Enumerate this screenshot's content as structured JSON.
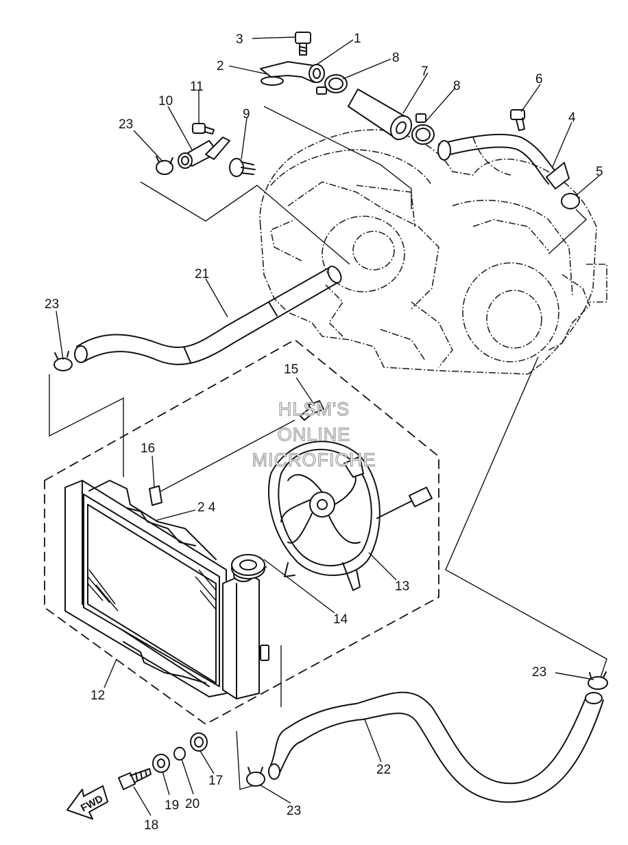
{
  "watermark": {
    "line1": "HLSM'S",
    "line2": "ONLINE",
    "line3": "MICROFICHE"
  },
  "direction_label": "FWD",
  "callouts": [
    {
      "id": "c1",
      "label": "1"
    },
    {
      "id": "c2",
      "label": "2"
    },
    {
      "id": "c3",
      "label": "3"
    },
    {
      "id": "c4",
      "label": "4"
    },
    {
      "id": "c5",
      "label": "5"
    },
    {
      "id": "c6",
      "label": "6"
    },
    {
      "id": "c7",
      "label": "7"
    },
    {
      "id": "c8a",
      "label": "8"
    },
    {
      "id": "c8b",
      "label": "8"
    },
    {
      "id": "c9",
      "label": "9"
    },
    {
      "id": "c10",
      "label": "10"
    },
    {
      "id": "c11",
      "label": "11"
    },
    {
      "id": "c12",
      "label": "12"
    },
    {
      "id": "c13",
      "label": "13"
    },
    {
      "id": "c14",
      "label": "14"
    },
    {
      "id": "c15",
      "label": "15"
    },
    {
      "id": "c16",
      "label": "16"
    },
    {
      "id": "c17",
      "label": "17"
    },
    {
      "id": "c18",
      "label": "18"
    },
    {
      "id": "c19",
      "label": "19"
    },
    {
      "id": "c20",
      "label": "20"
    },
    {
      "id": "c21",
      "label": "21"
    },
    {
      "id": "c22",
      "label": "22"
    },
    {
      "id": "c23a",
      "label": "23"
    },
    {
      "id": "c23b",
      "label": "23"
    },
    {
      "id": "c23c",
      "label": "23"
    },
    {
      "id": "c23d",
      "label": "23"
    },
    {
      "id": "c24",
      "label": "2 4"
    }
  ]
}
